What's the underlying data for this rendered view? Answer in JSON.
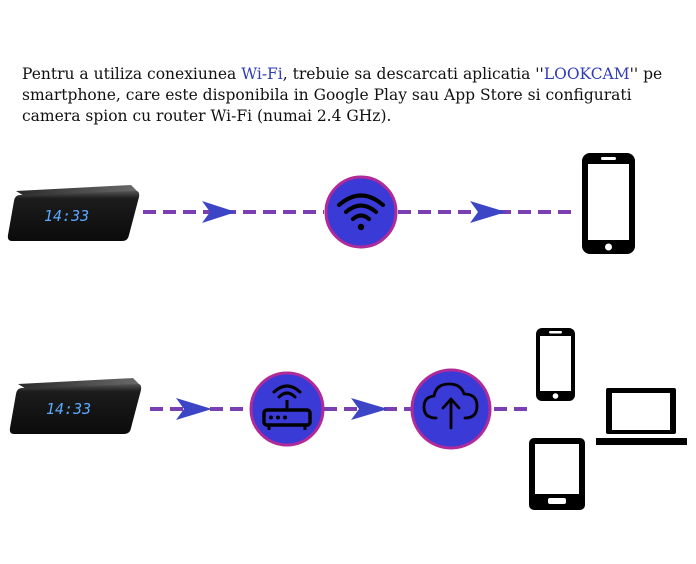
{
  "intro": {
    "part1": "Pentru a utiliza conexiunea ",
    "wifi": "Wi-Fi",
    "part2": ", trebuie sa descarcati aplicatia ''",
    "app": "LOOKCAM",
    "part3": "'' pe smartphone, care este disponibila in Google Play sau App Store si configurati camera spion cu router Wi-Fi (numai 2.4 GHz)."
  },
  "clock": {
    "time": "14:33"
  },
  "colors": {
    "dash": "#7a3fb0",
    "arrow": "#3b45c6",
    "circle_fill": "#3a3ad6",
    "circle_ring": "#b02a9a",
    "clock_digits": "#5aa8ff"
  },
  "icons": {
    "row1": [
      "clock-camera-icon",
      "wifi-icon",
      "smartphone-icon"
    ],
    "row2": [
      "clock-camera-icon",
      "router-icon",
      "cloud-upload-icon",
      "smartphone-icon",
      "laptop-icon",
      "tablet-icon"
    ]
  }
}
